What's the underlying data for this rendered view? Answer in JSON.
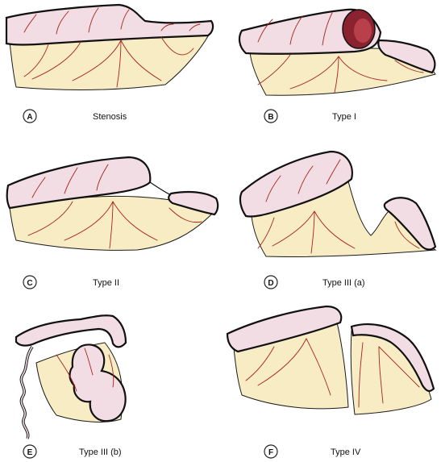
{
  "colors": {
    "bowel": "#f1dde3",
    "bowel_shade": "#e4c6cf",
    "mesentery": "#f7ecc4",
    "vessel": "#a8231f",
    "outline": "#111111",
    "lumen": "#8a2230"
  },
  "panels": [
    {
      "id": "a",
      "badge": "A",
      "label": "Stenosis"
    },
    {
      "id": "b",
      "badge": "B",
      "label": "Type I"
    },
    {
      "id": "c",
      "badge": "C",
      "label": "Type II"
    },
    {
      "id": "d",
      "badge": "D",
      "label": "Type III (a)"
    },
    {
      "id": "e",
      "badge": "E",
      "label": "Type III (b)"
    },
    {
      "id": "f",
      "badge": "F",
      "label": "Type IV"
    }
  ]
}
